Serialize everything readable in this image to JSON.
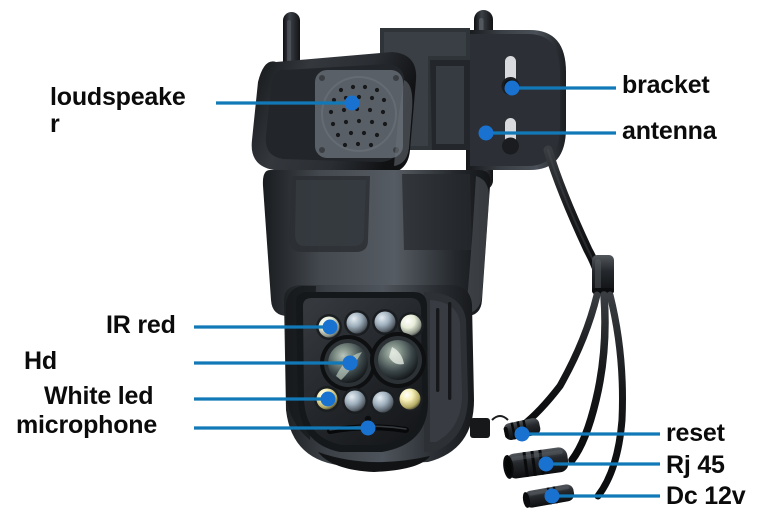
{
  "figure": {
    "title": "Dual-lens PTZ security camera annotated product diagram",
    "background_color": "#ffffff",
    "callout_line_color": "#1279b8",
    "callout_dot_color": "#1a72d0",
    "label_color": "#0b0b0b"
  },
  "callouts": [
    {
      "id": "loudspeaker",
      "label": "loudspeake\nr",
      "side": "left",
      "icon": "speaker-grille"
    },
    {
      "id": "bracket",
      "label": "bracket",
      "side": "right",
      "icon": "mount-bracket"
    },
    {
      "id": "antenna",
      "label": "antenna",
      "side": "right",
      "icon": "antenna-rod"
    },
    {
      "id": "ir-red",
      "label": "IR red",
      "side": "left",
      "icon": "ir-led"
    },
    {
      "id": "hd",
      "label": "Hd",
      "side": "left",
      "icon": "hd-lens"
    },
    {
      "id": "white-led",
      "label": "White led",
      "side": "left",
      "icon": "white-led"
    },
    {
      "id": "microphone",
      "label": "microphone",
      "side": "left",
      "icon": "mic-slot"
    },
    {
      "id": "reset",
      "label": "reset",
      "side": "right",
      "icon": "reset-connector"
    },
    {
      "id": "rj45",
      "label": "Rj 45",
      "side": "right",
      "icon": "rj45-connector"
    },
    {
      "id": "dc12v",
      "label": "Dc 12v",
      "side": "right",
      "icon": "dc-power-connector"
    }
  ],
  "device": {
    "name": "PTZ dual-lens camera",
    "body_color": "#2c2f33",
    "shell_highlight": "#55595e",
    "cable_color": "#1b1c1e",
    "lens_count": 2,
    "led_count": 8
  }
}
